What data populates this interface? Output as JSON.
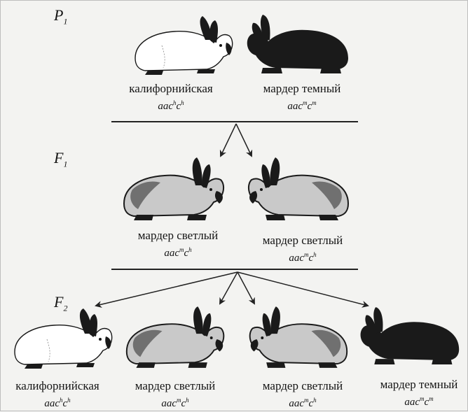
{
  "generations": {
    "p": {
      "letter": "P",
      "sub": "1"
    },
    "f1": {
      "letter": "F",
      "sub": "1"
    },
    "f2": {
      "letter": "F",
      "sub": "2"
    }
  },
  "p1": [
    {
      "label": "калифорнийская",
      "geno": {
        "base": "aac",
        "s1": "h",
        "c": "c",
        "s2": "h"
      }
    },
    {
      "label": "мардер темный",
      "geno": {
        "base": "aac",
        "s1": "m",
        "c": "c",
        "s2": "m"
      }
    }
  ],
  "f1": [
    {
      "label": "мардер светлый",
      "geno": {
        "base": "aac",
        "s1": "m",
        "c": "c",
        "s2": "h"
      }
    },
    {
      "label": "мардер светлый",
      "geno": {
        "base": "aac",
        "s1": "m",
        "c": "c",
        "s2": "h"
      }
    }
  ],
  "f2": [
    {
      "label": "калифорнийская",
      "geno": {
        "base": "aac",
        "s1": "h",
        "c": "c",
        "s2": "h"
      }
    },
    {
      "label": "мардер светлый",
      "geno": {
        "base": "aac",
        "s1": "m",
        "c": "c",
        "s2": "h"
      }
    },
    {
      "label": "мардер светлый",
      "geno": {
        "base": "aac",
        "s1": "m",
        "c": "c",
        "s2": "h"
      }
    },
    {
      "label": "мардер темный",
      "geno": {
        "base": "aac",
        "s1": "m",
        "c": "c",
        "s2": "m"
      }
    }
  ],
  "colors": {
    "ink": "#151515",
    "white_fur": "#ffffff",
    "dark_fur": "#1a1a1a",
    "light_marder": "#c9c9c9"
  }
}
